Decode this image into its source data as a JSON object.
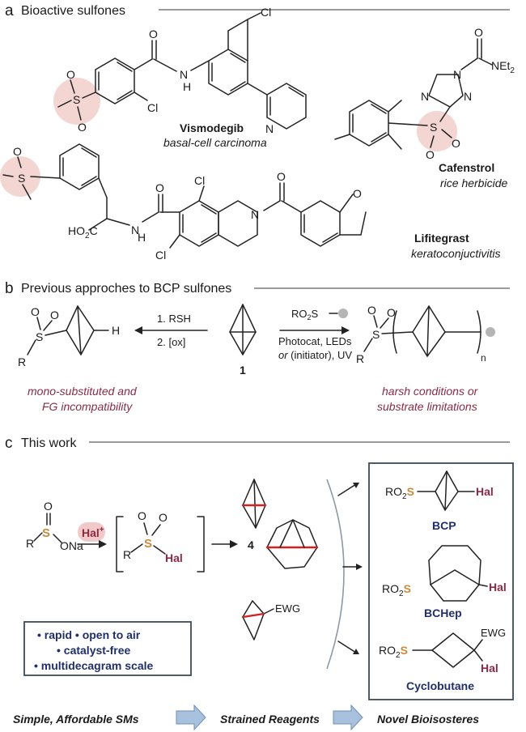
{
  "section_a": {
    "letter": "a",
    "title": "Bioactive sulfones",
    "vismodegib": {
      "name": "Vismodegib",
      "use": "basal-cell carcinoma",
      "cl1": "Cl",
      "cl2": "Cl",
      "nh": "H",
      "n": "N",
      "o": "O",
      "py_n": "N"
    },
    "cafenstrol": {
      "name": "Cafenstrol",
      "use": "rice herbicide",
      "net2": "NEt",
      "net2_sub": "2",
      "n1": "N",
      "n2": "N",
      "n3": "N",
      "o": "O"
    },
    "lifitegrast": {
      "name": "Lifitegrast",
      "use": "keratoconjuctivitis",
      "ho2c": "HO",
      "ho2c_sub": "2",
      "ho2c_end": "C",
      "nh": "H",
      "n": "N",
      "cl1": "Cl",
      "cl2": "Cl",
      "furan_o": "O"
    },
    "sulfone": {
      "s": "S",
      "o": "O"
    }
  },
  "section_b": {
    "letter": "b",
    "title": "Previous approches to BCP sulfones",
    "left_steps": [
      "1. RSH",
      "2. [ox]"
    ],
    "left_product": {
      "s": "S",
      "o": "O",
      "r": "R",
      "h": "H"
    },
    "center_label": "1",
    "right_reagent": "RO",
    "right_reagent_sub": "2",
    "right_reagent_end": "S",
    "right_cond1": "Photocat, LEDs",
    "right_cond2_or": "or",
    "right_cond2_rest": " (initiator), UV",
    "right_product": {
      "s": "S",
      "o": "O",
      "r": "R",
      "n": "n"
    },
    "left_note": [
      "mono-substituted and",
      "FG incompatibility"
    ],
    "right_note": [
      "harsh conditions or",
      "substrate limitations"
    ]
  },
  "section_c": {
    "letter": "c",
    "title": "This work",
    "reagent_hal": "Hal",
    "reagent_hal_sup": "+",
    "sulfinate": {
      "r": "R",
      "s": "S",
      "o": "O",
      "ona": "ONa"
    },
    "sulfonyl_halide": {
      "r": "R",
      "s": "S",
      "o": "O",
      "hal": "Hal"
    },
    "label_4": "4",
    "ewg": "EWG",
    "features": [
      "• rapid  • open to air",
      "• catalyst-free",
      "• multidecagram scale"
    ],
    "products": [
      {
        "name": "BCP",
        "ro2": "RO",
        "ro2_sub": "2",
        "s": "S",
        "hal": "Hal"
      },
      {
        "name": "BCHep",
        "ro2": "RO",
        "ro2_sub": "2",
        "s": "S",
        "hal": "Hal"
      },
      {
        "name": "Cyclobutane",
        "ro2": "RO",
        "ro2_sub": "2",
        "s": "S",
        "hal": "Hal",
        "ewg": "EWG"
      }
    ],
    "flow": [
      "Simple, Affordable SMs",
      "Strained Reagents",
      "Novel Bioisosteres"
    ]
  },
  "colors": {
    "highlight": "#f3d6d2",
    "hal_pill": "#f2c9c9",
    "sulfur": "#c98a3a",
    "maroon": "#8a2a45",
    "navy": "#1f2f6b",
    "box_border": "#3a4a5a",
    "flow_arrow": "#9fb8d6",
    "red_bond": "#d32020"
  }
}
